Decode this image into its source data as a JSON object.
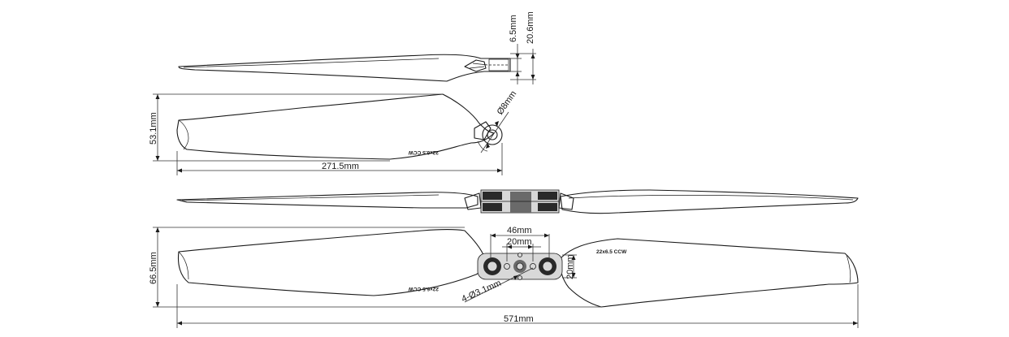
{
  "dimensions": {
    "hub_thickness": "6.5mm",
    "hub_height": "20.6mm",
    "shaft_diameter": "Ø8mm",
    "blade_width_single": "53.1mm",
    "blade_length_single": "271.5mm",
    "hub_length": "46mm",
    "hole_spacing": "20mm",
    "hub_hole_height": "20mm",
    "mount_holes": "4-Ø3.1mm",
    "blade_width_full": "66.5mm",
    "total_span": "571mm"
  },
  "blade_text": {
    "single_view_marking": "22x6.5 CCW",
    "full_left_marking": "22x6.5 CCW",
    "full_right_marking": "22x6.5 CCW"
  }
}
